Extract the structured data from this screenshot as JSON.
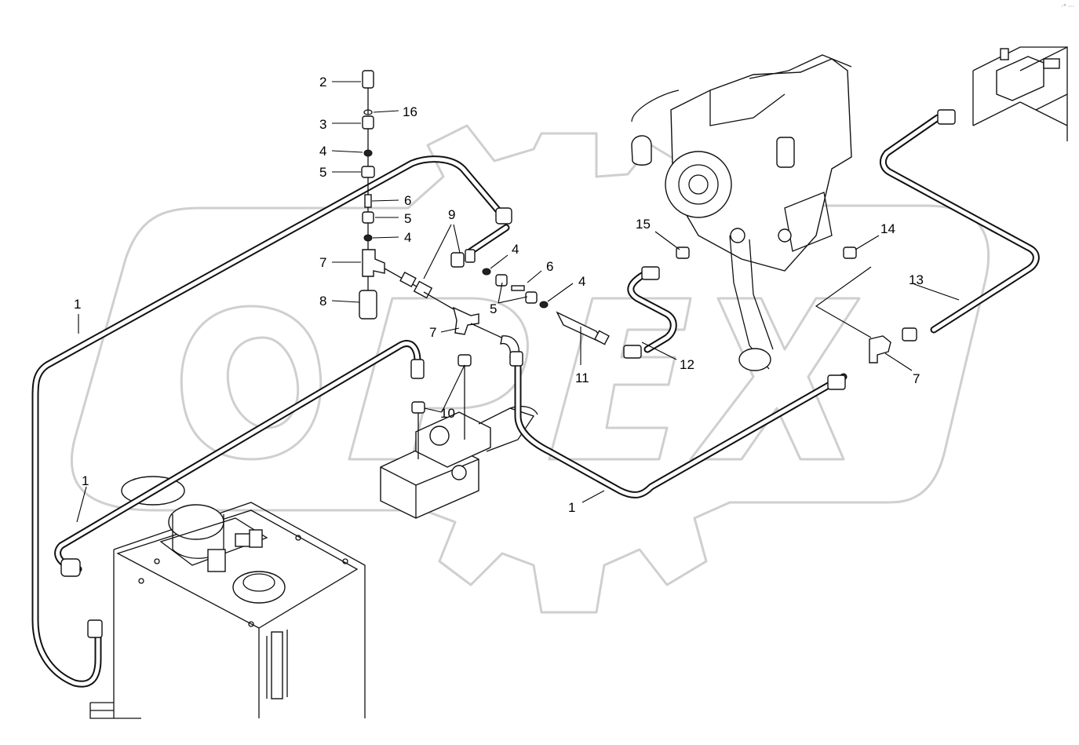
{
  "callouts": {
    "c1a": "1",
    "c1b": "1",
    "c1c": "1",
    "c2": "2",
    "c3": "3",
    "c4a": "4",
    "c4b": "4",
    "c4c": "4",
    "c4d": "4",
    "c5a": "5",
    "c5b": "5",
    "c5c": "5",
    "c6a": "6",
    "c6b": "6",
    "c7a": "7",
    "c7b": "7",
    "c7c": "7",
    "c8": "8",
    "c9": "9",
    "c10": "10",
    "c11": "11",
    "c12": "12",
    "c13": "13",
    "c14": "14",
    "c15": "15",
    "c16": "16"
  },
  "corner_mark": "·° ···"
}
